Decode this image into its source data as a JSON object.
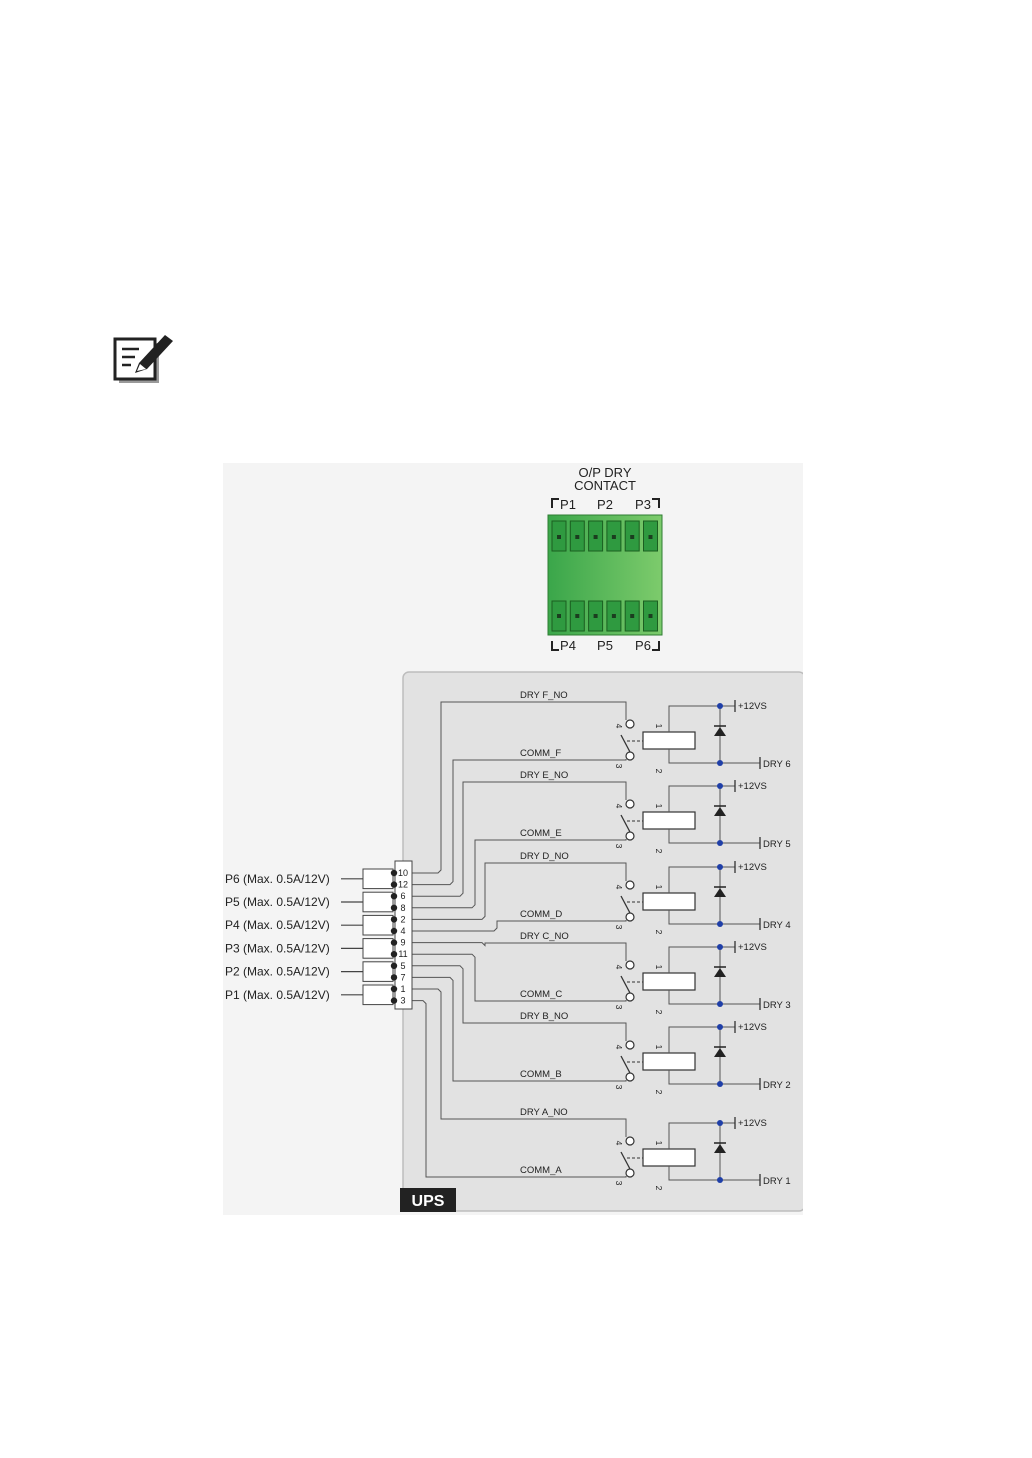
{
  "note_icon": "note-pencil-icon",
  "connector": {
    "title_line1": "O/P DRY",
    "title_line2": "CONTACT",
    "top_labels": [
      "P1",
      "P2",
      "P3"
    ],
    "bottom_labels": [
      "P4",
      "P5",
      "P6"
    ],
    "color": "#4caf50"
  },
  "terminal_block": {
    "pins": [
      "10",
      "12",
      "6",
      "8",
      "2",
      "4",
      "9",
      "11",
      "5",
      "7",
      "1",
      "3"
    ]
  },
  "port_labels": [
    "P6 (Max. 0.5A/12V)",
    "P5 (Max. 0.5A/12V)",
    "P4 (Max. 0.5A/12V)",
    "P3 (Max. 0.5A/12V)",
    "P2 (Max. 0.5A/12V)",
    "P1 (Max. 0.5A/12V)"
  ],
  "relays": [
    {
      "no": "DRY F_NO",
      "comm": "COMM_F",
      "supply": "+12VS",
      "dry": "DRY 6",
      "pin_a": "4",
      "pin_b": "3",
      "pin_c": "1",
      "pin_d": "2"
    },
    {
      "no": "DRY E_NO",
      "comm": "COMM_E",
      "supply": "+12VS",
      "dry": "DRY 5",
      "pin_a": "4",
      "pin_b": "3",
      "pin_c": "1",
      "pin_d": "2"
    },
    {
      "no": "DRY D_NO",
      "comm": "COMM_D",
      "supply": "+12VS",
      "dry": "DRY 4",
      "pin_a": "4",
      "pin_b": "3",
      "pin_c": "1",
      "pin_d": "2"
    },
    {
      "no": "DRY C_NO",
      "comm": "COMM_C",
      "supply": "+12VS",
      "dry": "DRY 3",
      "pin_a": "4",
      "pin_b": "3",
      "pin_c": "1",
      "pin_d": "2"
    },
    {
      "no": "DRY B_NO",
      "comm": "COMM_B",
      "supply": "+12VS",
      "dry": "DRY 2",
      "pin_a": "4",
      "pin_b": "3",
      "pin_c": "1",
      "pin_d": "2"
    },
    {
      "no": "DRY A_NO",
      "comm": "COMM_A",
      "supply": "+12VS",
      "dry": "DRY 1",
      "pin_a": "4",
      "pin_b": "3",
      "pin_c": "1",
      "pin_d": "2"
    }
  ],
  "ups_label": "UPS",
  "colors": {
    "panel": "#e2e2e2",
    "wire": "#555555",
    "node": "#1f3fa8",
    "ups_tag": "#222222"
  }
}
